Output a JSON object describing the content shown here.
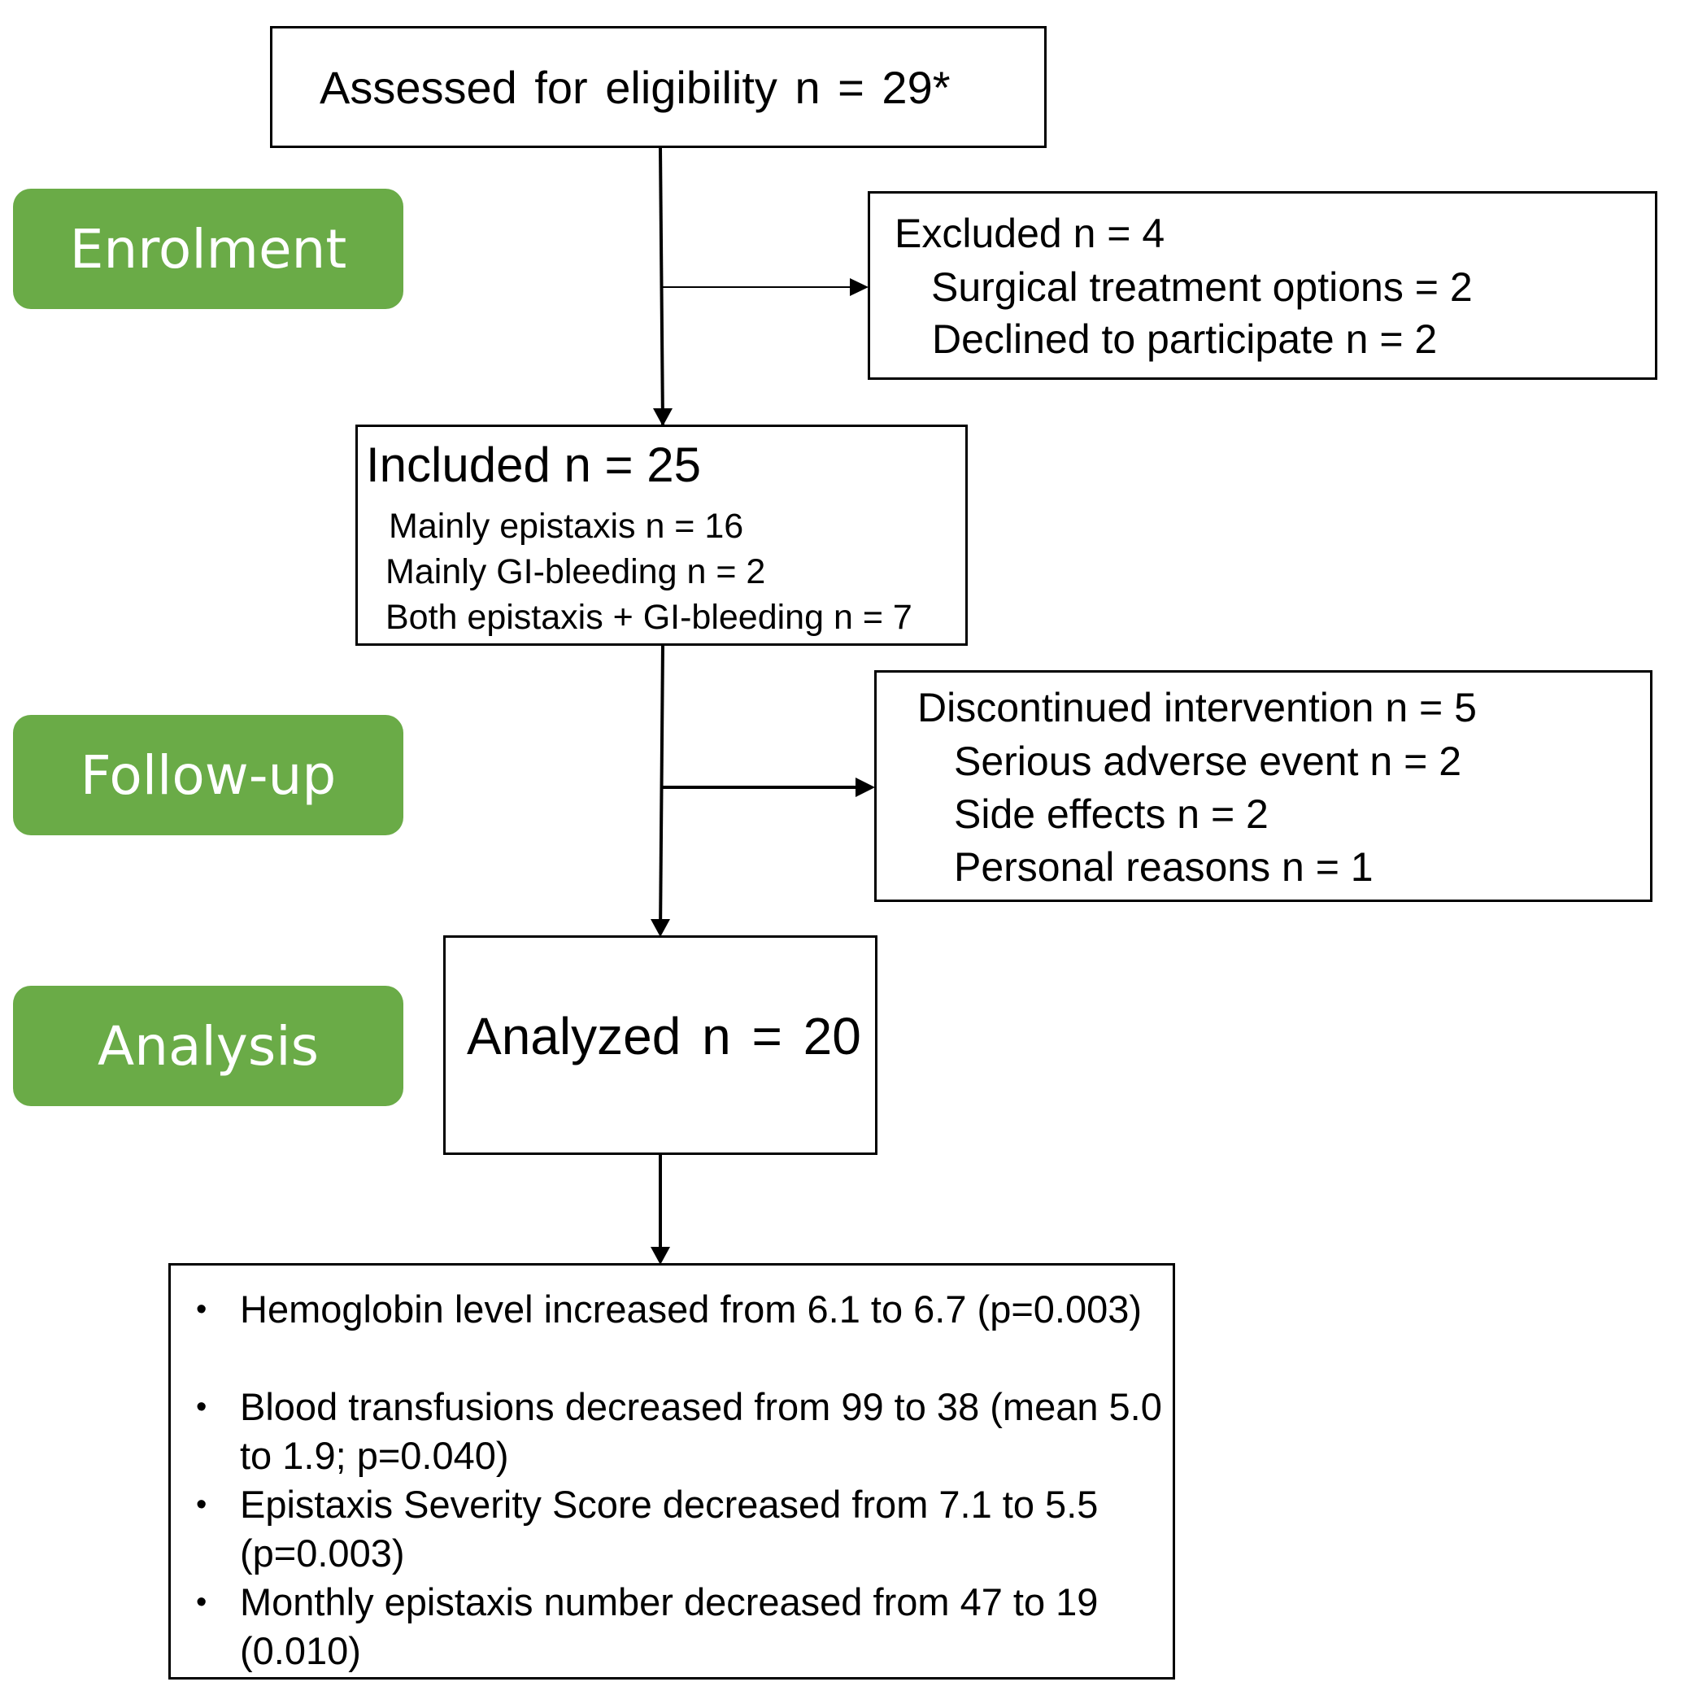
{
  "colors": {
    "stage_fill": "#6aab47",
    "border": "#000000",
    "text": "#000000"
  },
  "stages": {
    "enrolment": "Enrolment",
    "follow_up": "Follow-up",
    "analysis": "Analysis"
  },
  "assessed": {
    "text": "Assessed for eligibility n = 29*"
  },
  "excluded": {
    "title": "Excluded n = 4",
    "items": [
      "Surgical treatment options = 2",
      "Declined to participate n = 2"
    ]
  },
  "included": {
    "title": "Included n = 25",
    "items": [
      "Mainly epistaxis n = 16",
      "Mainly GI-bleeding n = 2",
      "Both epistaxis + GI-bleeding n = 7"
    ]
  },
  "discontinued": {
    "title": "Discontinued intervention n = 5",
    "items": [
      "Serious adverse event n = 2",
      "Side effects n = 2",
      "Personal reasons n = 1"
    ]
  },
  "analyzed": {
    "text": "Analyzed n = 20"
  },
  "outcomes": [
    "Hemoglobin level increased from 6.1 to 6.7 (p=0.003)",
    "Blood transfusions decreased from 99 to 38 (mean 5.0 to 1.9; p=0.040)",
    "Epistaxis Severity Score decreased from 7.1 to 5.5 (p=0.003)",
    "Monthly epistaxis number decreased from 47 to 19 (0.010)"
  ]
}
